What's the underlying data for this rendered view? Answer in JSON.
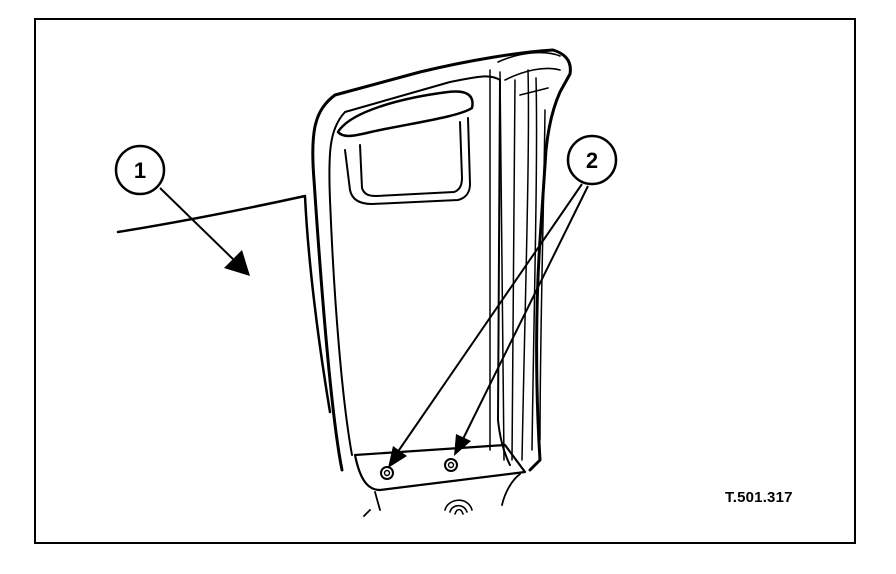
{
  "figure": {
    "callouts": [
      {
        "id": "1",
        "label": "1"
      },
      {
        "id": "2",
        "label": "2"
      }
    ],
    "reference_code": "T.501.317"
  },
  "colors": {
    "line": "#000000",
    "background": "#ffffff"
  }
}
